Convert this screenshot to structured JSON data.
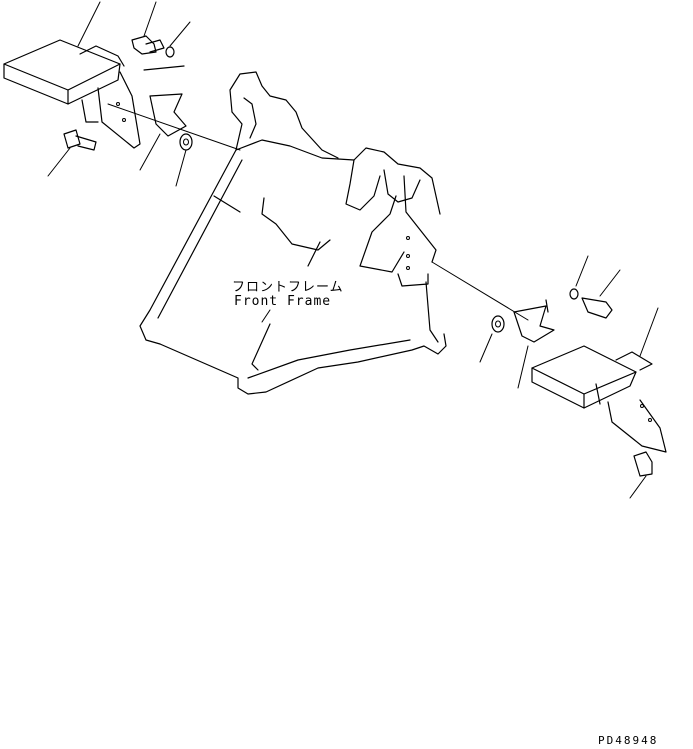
{
  "diagram": {
    "part_label_ja": "フロントフレーム",
    "part_label_en": "Front Frame",
    "drawing_code": "PD48948"
  }
}
